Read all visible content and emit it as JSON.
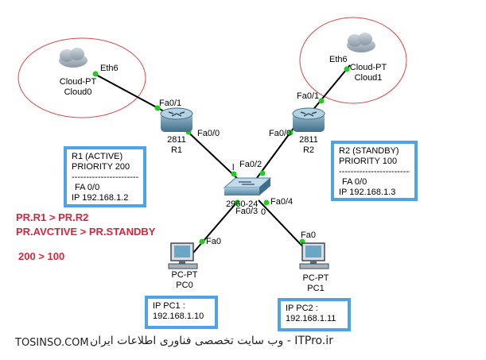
{
  "devices": {
    "cloud0": {
      "line1": "Cloud-PT",
      "line2": "Cloud0"
    },
    "cloud1": {
      "line1": "Cloud-PT",
      "line2": "Cloud1"
    },
    "r1": {
      "line1": "2811",
      "line2": "R1"
    },
    "r2": {
      "line1": "2811",
      "line2": "R2"
    },
    "switch": {
      "label": "2960-24"
    },
    "pc0": {
      "line1": "PC-PT",
      "line2": "PC0"
    },
    "pc1": {
      "line1": "PC-PT",
      "line2": "PC1"
    }
  },
  "ports": {
    "cloud0_eth": "Eth6",
    "cloud1_eth": "Eth6",
    "r1_fa01": "Fa0/1",
    "r1_fa00": "Fa0/0",
    "r2_fa01": "Fa0/1",
    "r2_fa00": "Fa0/0",
    "sw_fa02": "Fa0/2",
    "sw_fa01": "l",
    "sw_fa03": "Fa0/3",
    "sw_fa04": "Fa0/4",
    "sw_extra": "0",
    "pc0_fa0": "Fa0",
    "pc1_fa0": "Fa0"
  },
  "info_boxes": {
    "r1": {
      "title": "R1 (ACTIVE)",
      "priority": "PRIORITY 200",
      "sep": "----------------------------",
      "iface": "FA 0/0",
      "ip": "IP 192.168.1.2"
    },
    "r2": {
      "title": "R2 (STANDBY)",
      "priority": "PRIORITY 100",
      "sep": "----------------------------",
      "iface": "FA 0/0",
      "ip": "IP 192.168.1.3"
    },
    "pc1": {
      "line1": "IP PC1 :",
      "line2": "192.168.1.10"
    },
    "pc2": {
      "line1": "IP PC2 :",
      "line2": "192.168.1.11"
    }
  },
  "notes": {
    "compare1": "PR.R1 > PR.R2",
    "compare2": "PR.AVCTIVE > PR.STANDBY",
    "compare3": "200 > 100"
  },
  "footer": {
    "left": "TOSINSO.COM",
    "right": "ITPro.ir - وب سایت تخصصی فناوری اطلاعات ایران"
  },
  "colors": {
    "accent_red": "#d7263d",
    "box_border": "#4da3e6",
    "ellipse": "#d94a4a",
    "link_dot": "#22cc22",
    "router": "#5f8fa8"
  }
}
